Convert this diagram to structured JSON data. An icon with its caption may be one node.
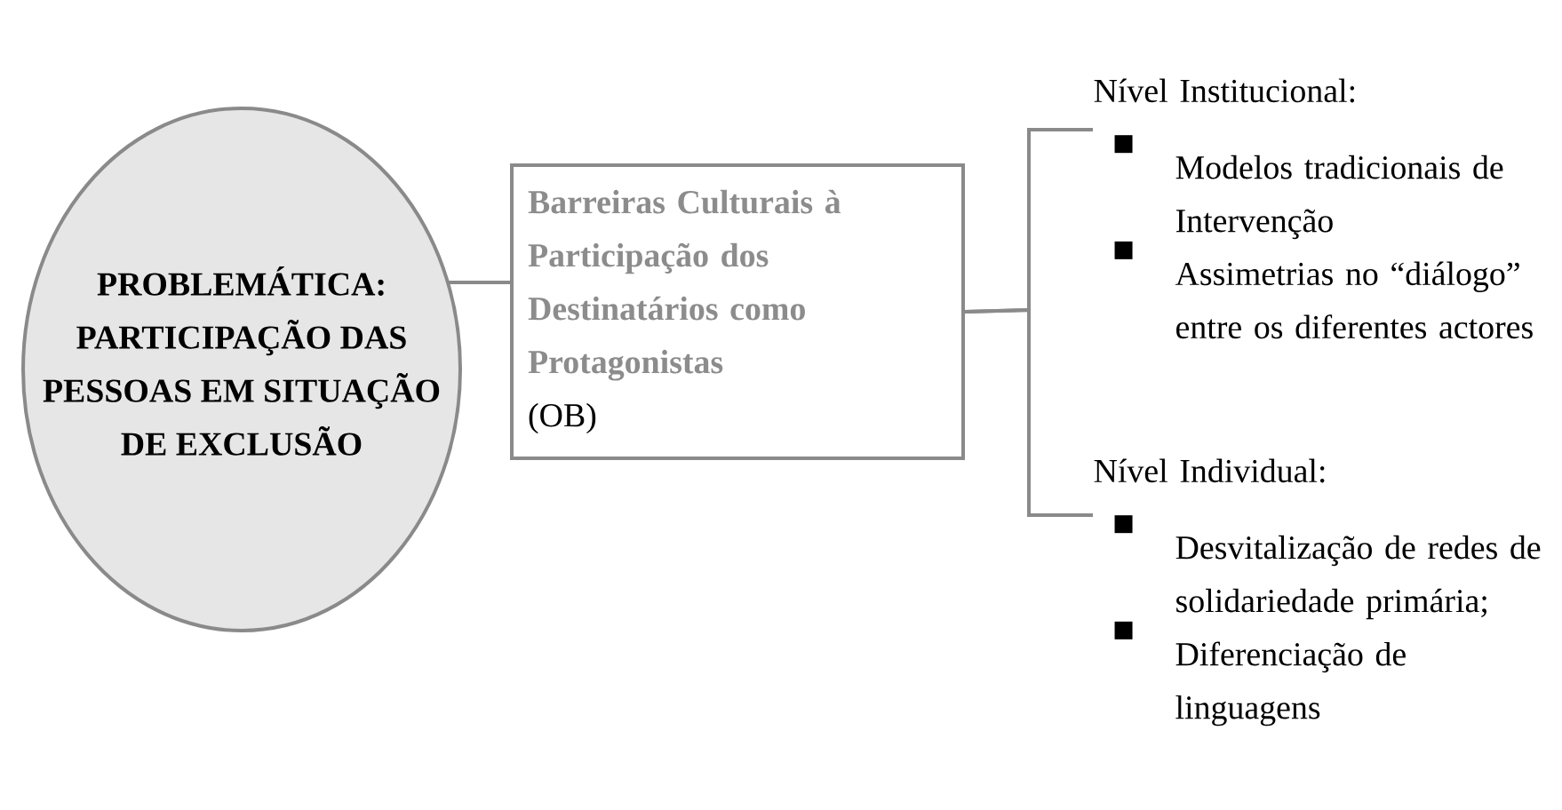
{
  "diagram": {
    "nodes": [
      {
        "text": [
          "PROBLEMÁTICA: PARTICIPAÇÃO DAS PESSOAS EM SITUAÇÃO DE EXCLUSÃO"
        ]
      },
      {
        "text": [
          "Barreiras Culturais à Participação dos Destinatários como Protagonistas",
          "(OB)"
        ]
      },
      {
        "text": [
          "Nível Institucional:",
          "Modelos tradicionais de Intervenção",
          "Assimetrias no “diálogo” entre os diferentes actores"
        ]
      },
      {
        "text": [
          "Nível Individual:",
          "Desvitalização de redes de solidariedade primária;",
          "Diferenciação de linguagens"
        ]
      }
    ],
    "edges": [
      {
        "from": 0,
        "to": 1,
        "arrow": "none"
      },
      {
        "from": 1,
        "to": 2,
        "arrow": "none"
      },
      {
        "from": 1,
        "to": 3,
        "arrow": "none"
      }
    ]
  }
}
